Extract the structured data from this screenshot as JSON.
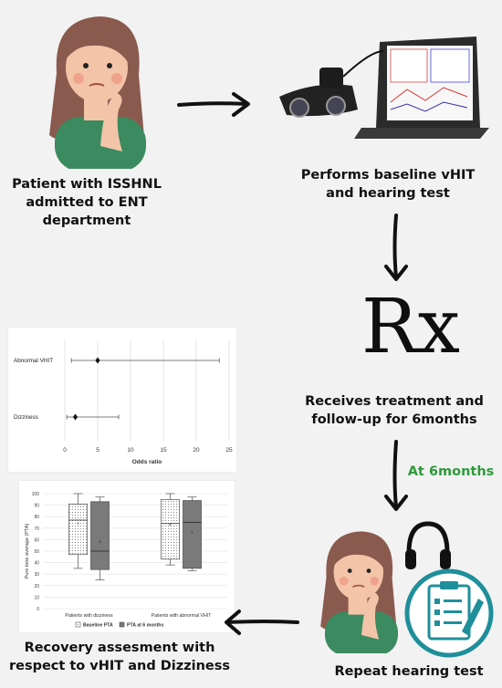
{
  "steps": {
    "patient": "Patient with ISSHNL\nadmitted to ENT\ndepartment",
    "baseline": "Performs baseline vHIT\nand hearing test",
    "treatment": "Receives treatment and\nfollow-up for 6months",
    "at6months": "At 6months",
    "repeat": "Repeat  hearing test",
    "recovery": "Recovery assesment with\nrespect to vHIT and Dizziness"
  },
  "rx_symbol": "Rx",
  "colors": {
    "skin": "#f3c4a8",
    "hair": "#8b5a4f",
    "shirt": "#3c8a5f",
    "accent_green": "#2f9a3a",
    "teal": "#1f8f9a"
  },
  "forest": {
    "rows": [
      {
        "label": "Abnormal VHIT",
        "or": 5.0,
        "lo": 1.0,
        "hi": 23.5
      },
      {
        "label": "Dizziness",
        "or": 1.6,
        "lo": 0.3,
        "hi": 8.2
      }
    ],
    "xticks": [
      "0",
      "5",
      "10",
      "15",
      "20",
      "25"
    ],
    "xlabel": "Odds ratio",
    "xrange": [
      0,
      25
    ]
  },
  "chart_data": {
    "type": "box",
    "ylabel": "Pure tone average (PTA)",
    "ylim": [
      0,
      100
    ],
    "yticks": [
      "0",
      "10",
      "20",
      "30",
      "40",
      "50",
      "60",
      "70",
      "80",
      "90",
      "100"
    ],
    "categories": [
      "Patients with dizziness",
      "Patients with abnormal VHIT"
    ],
    "series": [
      {
        "name": "Baseline PTA",
        "boxes": [
          {
            "min": 35,
            "q1": 47,
            "median": 77,
            "q3": 91,
            "max": 100,
            "mean": 74
          },
          {
            "min": 38,
            "q1": 43,
            "median": 74,
            "q3": 95,
            "max": 100,
            "mean": 73
          }
        ]
      },
      {
        "name": "PTA at 6 months",
        "boxes": [
          {
            "min": 25,
            "q1": 34,
            "median": 50,
            "q3": 93,
            "max": 97,
            "mean": 58
          },
          {
            "min": 33,
            "q1": 35,
            "median": 75,
            "q3": 94,
            "max": 97,
            "mean": 66
          }
        ]
      }
    ]
  }
}
